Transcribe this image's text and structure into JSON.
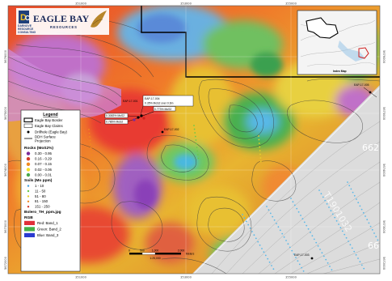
{
  "logo": {
    "company": "EAGLE BAY",
    "resources": "RESOURCES",
    "partner_lines": [
      "DARNOVE",
      "RESOURCE",
      "CONSULTING"
    ]
  },
  "grid_labels": {
    "top": [
      "351000",
      "353000",
      "355000"
    ],
    "bottom": [
      "351000",
      "353000",
      "355000"
    ],
    "left": [
      "5676000",
      "5675000",
      "5674000",
      "5673000",
      "5672000"
    ],
    "right": [
      "5676000",
      "5675000",
      "5674000",
      "5673000",
      "5672000"
    ]
  },
  "inset": {
    "label": "Index Map"
  },
  "callouts": [
    {
      "text": "EAP-17-001"
    },
    {
      "text": "EAP-17-004"
    },
    {
      "text": "0.35% MoS2 over 0.6m"
    },
    {
      "text": "0.773% MoS2"
    },
    {
      "text": "0.3083% MoS2"
    },
    {
      "text": "0.786% MoS2"
    },
    {
      "text": "EAP-17-002"
    },
    {
      "text": "EAP-17-003"
    },
    {
      "text": "EAP-17-005"
    }
  ],
  "map_text": {
    "contour_a": "662",
    "contour_b": "66",
    "trace": "T1901032"
  },
  "legend": {
    "title": "Legend",
    "boundaries": [
      {
        "label": "Eagle Bay Border"
      },
      {
        "label": "Eagle Bay Claims"
      }
    ],
    "drillhole": "Drillhole (Eagle Bay)",
    "ddh_projection": [
      "DDH Surface",
      "Projection"
    ],
    "rocks_title": "Rocks (MoS2%)",
    "rocks": [
      {
        "label": "0.30 - 0.95",
        "color": "#7a2a9a"
      },
      {
        "label": "0.16 - 0.29",
        "color": "#d23a2a"
      },
      {
        "label": "0.07 - 0.15",
        "color": "#f08a20"
      },
      {
        "label": "0.02 - 0.06",
        "color": "#f4e02a"
      },
      {
        "label": "0.00 - 0.01",
        "color": "#4aa84a"
      }
    ],
    "soils_title": "Soils (Mo ppm)",
    "soils": [
      {
        "label": "1 - 10",
        "color": "#3aa0e0"
      },
      {
        "label": "11 - 50",
        "color": "#6ac84a"
      },
      {
        "label": "51 - 80",
        "color": "#e8d02a"
      },
      {
        "label": "81 - 150",
        "color": "#f08a20"
      },
      {
        "label": "151 - 250",
        "color": "#d23a2a"
      }
    ],
    "raster_title": "Bolero_TH_ppm.jpg",
    "rgb_title": "RGB",
    "rgb": [
      {
        "label": "Red:   Band_1",
        "color": "#e0303a"
      },
      {
        "label": "Green: Band_2",
        "color": "#44b046"
      },
      {
        "label": "Blue:  Band_3",
        "color": "#2a3ad0"
      }
    ]
  },
  "scale_bar": {
    "ticks": [
      "0",
      "500",
      "1,000",
      "2,000"
    ],
    "units": "Meters",
    "ratio": "1:25,000"
  }
}
